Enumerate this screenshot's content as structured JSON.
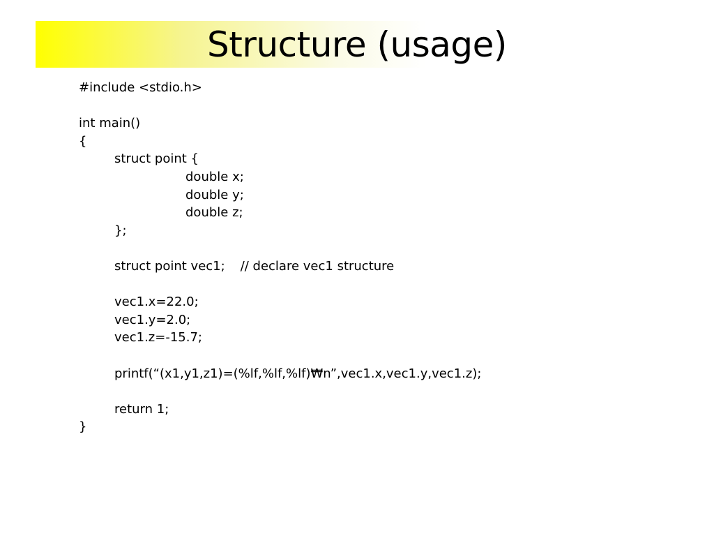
{
  "slide": {
    "title": "Structure (usage)"
  },
  "code": {
    "lines": [
      {
        "text": "#include <stdio.h>",
        "indent": 0
      },
      {
        "text": "",
        "indent": 0
      },
      {
        "text": "int main()",
        "indent": 0
      },
      {
        "text": "{",
        "indent": 0
      },
      {
        "text": "struct point {",
        "indent": 1
      },
      {
        "text": "double x;",
        "indent": 2
      },
      {
        "text": "double y;",
        "indent": 2
      },
      {
        "text": "double z;",
        "indent": 2
      },
      {
        "text": "};",
        "indent": 1
      },
      {
        "text": "",
        "indent": 0
      },
      {
        "text": "struct point vec1;",
        "indent": 1,
        "comment": "// declare vec1 structure"
      },
      {
        "text": "",
        "indent": 0
      },
      {
        "text": "vec1.x=22.0;",
        "indent": 1
      },
      {
        "text": "vec1.y=2.0;",
        "indent": 1
      },
      {
        "text": "vec1.z=-15.7;",
        "indent": 1
      },
      {
        "text": "",
        "indent": 0
      },
      {
        "text": "printf(“(x1,y1,z1)=(%lf,%lf,%lf)₩n”,vec1.x,vec1.y,vec1.z);",
        "indent": 1
      },
      {
        "text": "",
        "indent": 0
      },
      {
        "text": "return 1;",
        "indent": 1
      },
      {
        "text": "}",
        "indent": 0
      }
    ]
  },
  "colors": {
    "title_band_start": "#ffff00",
    "text": "#000000",
    "background": "#ffffff"
  }
}
